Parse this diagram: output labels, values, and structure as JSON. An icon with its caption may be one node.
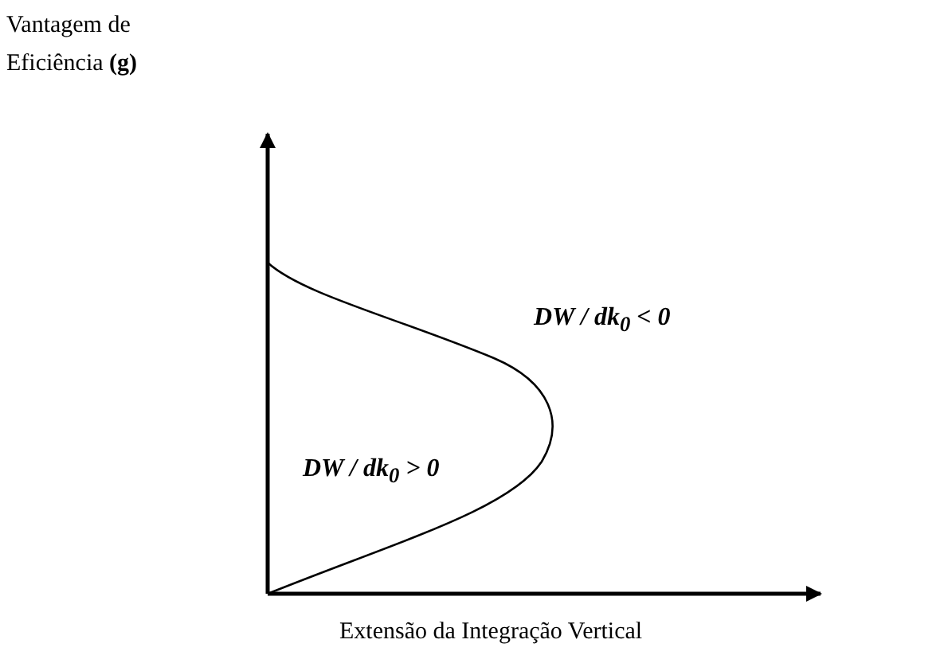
{
  "diagram": {
    "labels": [
      "Vantagem de Eficiência **(g)**",
      "DW / dk$_{0}$ < 0",
      "DW / dk$_{0}$ > 0",
      "Extensão da Integração Vertical"
    ]
  }
}
